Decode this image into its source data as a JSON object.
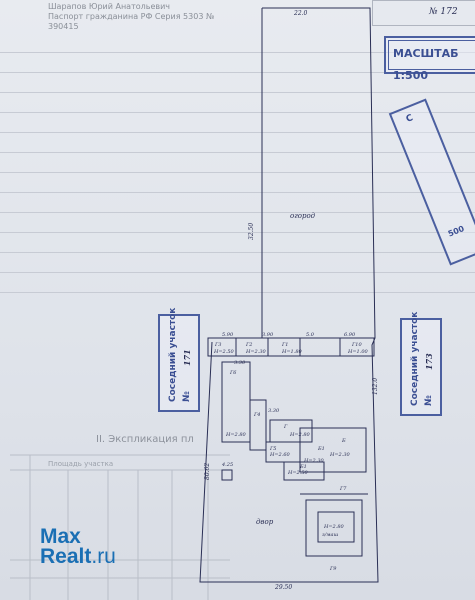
{
  "header": {
    "line1": "Шарапов Юрий Анатольевич",
    "line2": "Паспорт гражданина РФ Серия 5303 №",
    "line3": "390415",
    "corner_field": "№ 172"
  },
  "stamps": {
    "scale": "МАСШТАБ 1:500",
    "neighbor_left": "Соседний участок",
    "neighbor_left_no_label": "№",
    "neighbor_left_no": "171",
    "neighbor_right": "Соседний участок",
    "neighbor_right_no_label": "№",
    "neighbor_right_no": "173",
    "diagonal": "С",
    "diagonal_tail": "500"
  },
  "section_title": "II. Экспликация пл",
  "table_header": "Площадь участка",
  "plan": {
    "top_dim": "22.0",
    "bottom_dim": "29.50",
    "left_dim": "32.50",
    "right_dim": "132.0",
    "left_lower_dim": "80.62",
    "garden_label": "огород",
    "yard_label": "двор",
    "segment_dims": [
      "5.90",
      "3.90",
      "5.0",
      "6.90",
      "3.30",
      "3.30",
      "4.25"
    ],
    "room_labels": [
      "Г3",
      "Г2",
      "Г1",
      "Г10",
      "Г6",
      "Г4",
      "Г5",
      "Г",
      "Б",
      "Б1",
      "Б1",
      "Г7",
      "Г9"
    ],
    "room_heights": [
      "Н=2.50",
      "Н=2.30",
      "Н=1.80",
      "Н=1.00",
      "Н=2.80",
      "Н=2.80",
      "Н=2.60",
      "Н=2.30",
      "Н=2.30",
      "Н=2.50"
    ],
    "house_note": "Н=2.80",
    "house_label": "з/маш"
  },
  "watermark": {
    "line1": "Max",
    "line2a": "Realt",
    "line2b": ".ru"
  }
}
